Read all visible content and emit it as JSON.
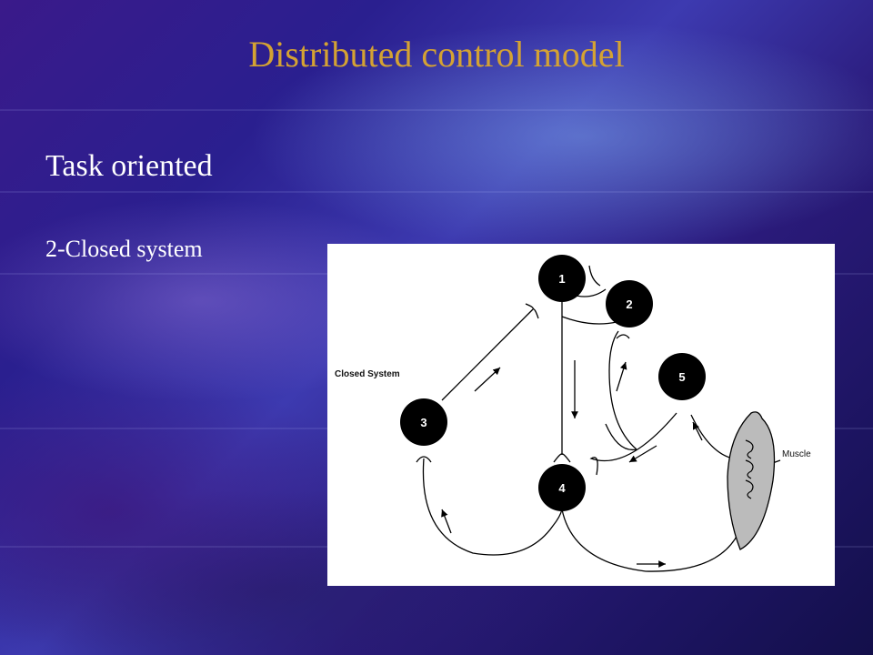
{
  "slide": {
    "title": "Distributed control model",
    "heading": "Task oriented",
    "subheading": "2-Closed system"
  },
  "diagram": {
    "system_label": "Closed System",
    "muscle_label": "Muscle",
    "nodes": [
      {
        "id": "1",
        "label": "1"
      },
      {
        "id": "2",
        "label": "2"
      },
      {
        "id": "3",
        "label": "3"
      },
      {
        "id": "4",
        "label": "4"
      },
      {
        "id": "5",
        "label": "5"
      }
    ]
  },
  "colors": {
    "title": "#d4a233",
    "text": "#ffffff",
    "node_fill": "#000000",
    "muscle_fill": "#bbbbbb"
  }
}
